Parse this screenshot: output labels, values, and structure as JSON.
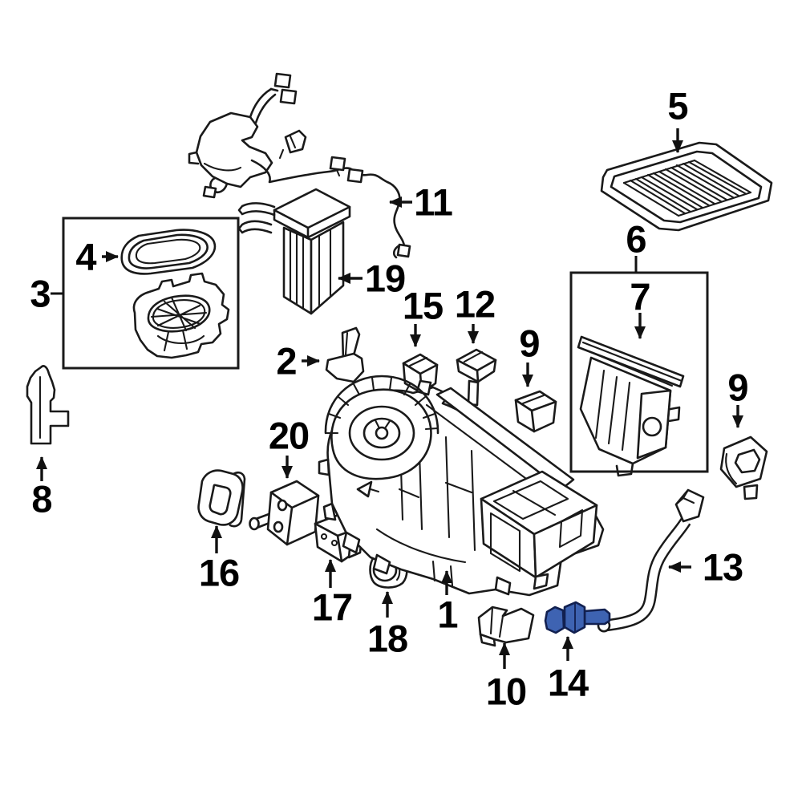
{
  "diagram": {
    "description_tag": "exploded-parts-diagram",
    "highlighted_part": "14",
    "colors": {
      "background": "#ffffff",
      "line": "#1a1a1a",
      "label": "#000000",
      "highlight_fill": "#3e63b2",
      "highlight_outline": "#122050"
    },
    "labels": {
      "part1": "1",
      "part2": "2",
      "part3": "3",
      "part4": "4",
      "part5": "5",
      "part6": "6",
      "part7": "7",
      "part8": "8",
      "part9_center": "9",
      "part9_right": "9",
      "part10": "10",
      "part11": "11",
      "part12": "12",
      "part13": "13",
      "part14": "14",
      "part15": "15",
      "part16": "16",
      "part17": "17",
      "part18": "18",
      "part19": "19",
      "part20": "20"
    }
  }
}
